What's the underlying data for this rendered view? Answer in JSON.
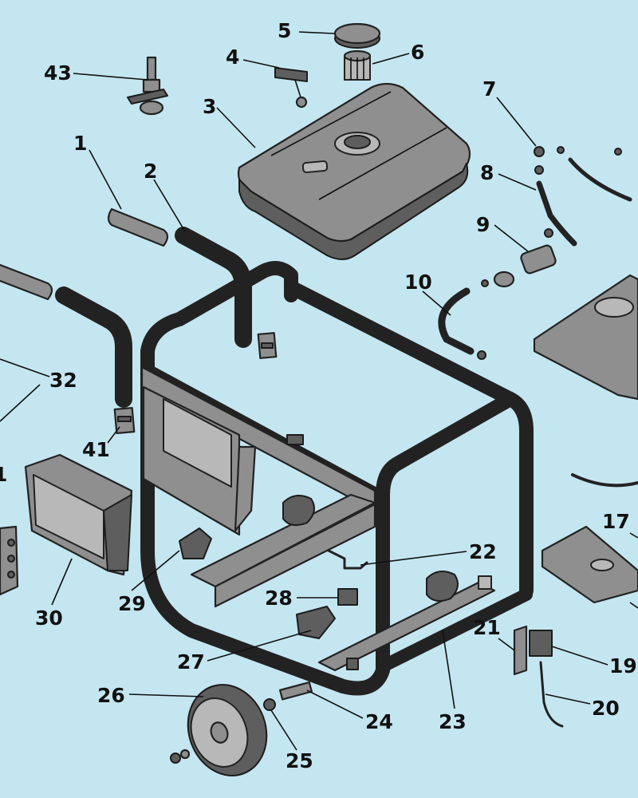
{
  "diagram": {
    "colors": {
      "background": "#c4e6f1",
      "part_fill": "#8f8f8f",
      "part_dark": "#5e5e5e",
      "outline": "#222222"
    },
    "part_numbers": [
      "1",
      "2",
      "3",
      "4",
      "5",
      "6",
      "7",
      "8",
      "9",
      "10",
      "17",
      "19",
      "20",
      "21",
      "22",
      "23",
      "24",
      "25",
      "26",
      "27",
      "28",
      "29",
      "30",
      "32",
      "41",
      "43",
      "1"
    ]
  }
}
